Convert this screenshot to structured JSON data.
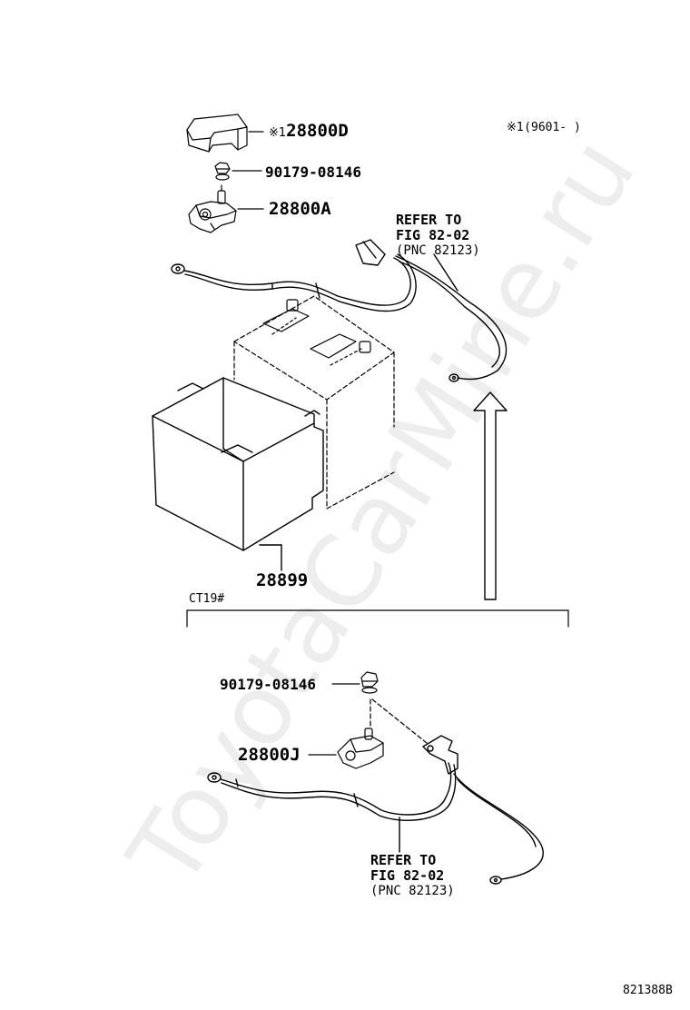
{
  "labels": {
    "cover_part": "28800D",
    "cover_mark": "※1",
    "nut_upper": "90179-08146",
    "clamp_upper": "28800A",
    "tray": "28899",
    "nut_lower": "90179-08146",
    "clamp_lower": "28800J",
    "variant": "CT19#",
    "footnote_mark": "※1",
    "footnote_text": "(9601-   )",
    "figure_id": "821388B"
  },
  "refer_upper": {
    "line1": "REFER TO",
    "line2": "FIG 82-02",
    "line3": "(PNC 82123)"
  },
  "refer_lower": {
    "line1": "REFER TO",
    "line2": "FIG 82-02",
    "line3": "(PNC 82123)"
  },
  "watermark": "ToyotaCarMine.ru",
  "colors": {
    "line": "#000000",
    "watermark": "#000000"
  }
}
